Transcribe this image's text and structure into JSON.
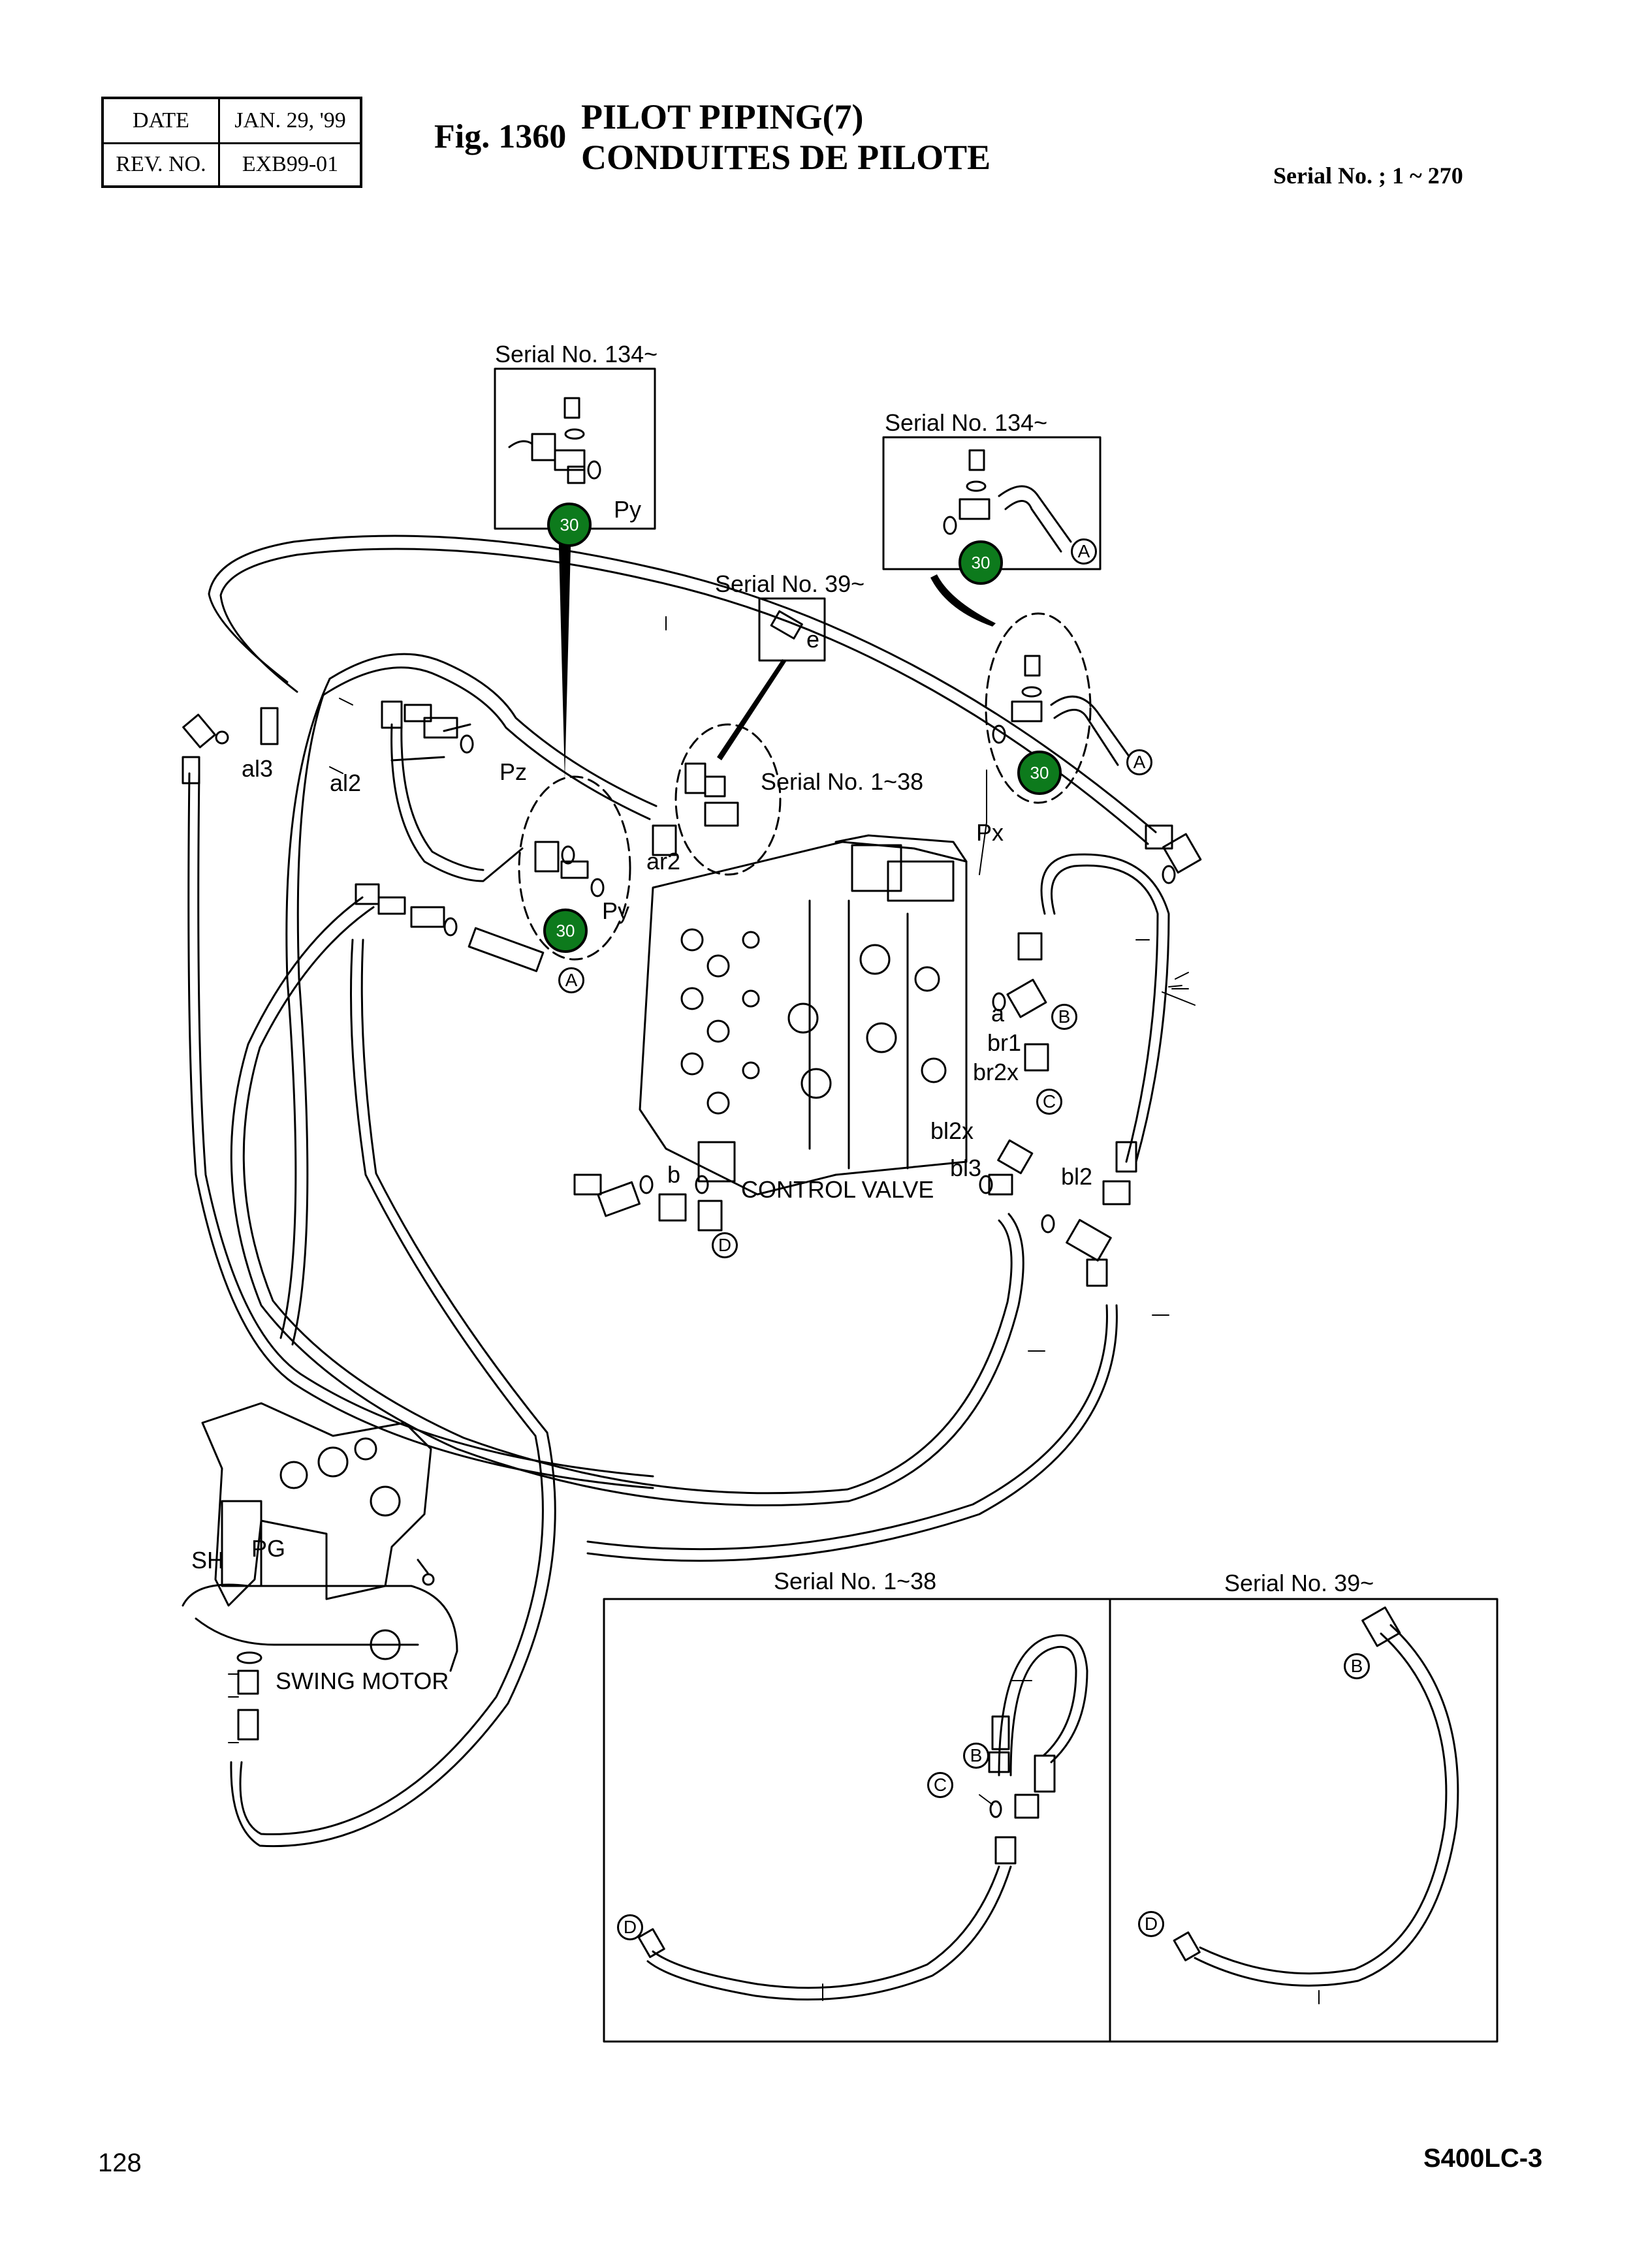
{
  "header": {
    "date_label": "DATE",
    "date_value": "JAN. 29, '99",
    "rev_label": "REV. NO.",
    "rev_value": "EXB99-01"
  },
  "figure": {
    "number": "Fig. 1360",
    "title_en": "PILOT PIPING(7)",
    "title_fr": "CONDUITES DE PILOTE",
    "serial_range": "Serial No. ; 1 ~ 270"
  },
  "callouts": {
    "serial_134_a": "Serial No. 134~",
    "serial_134_b": "Serial No. 134~",
    "serial_39_top": "Serial No. 39~",
    "serial_1_38_mid": "Serial No. 1~38",
    "serial_1_38_box": "Serial No. 1~38",
    "serial_39_box": "Serial No. 39~"
  },
  "part_badges": [
    "30",
    "30",
    "30",
    "30"
  ],
  "port_labels": {
    "py_top": "Py",
    "py_mid": "Py",
    "e": "e",
    "pz": "Pz",
    "px": "Px",
    "al3": "al3",
    "al2": "al2",
    "ar2": "ar2",
    "a": "a",
    "br1": "br1",
    "br2x": "br2x",
    "bl2x": "bl2x",
    "bl3": "bl3",
    "bl2": "bl2",
    "b": "b",
    "sh": "SH",
    "pg": "PG"
  },
  "component_labels": {
    "control_valve": "CONTROL VALVE",
    "swing_motor": "SWING MOTOR"
  },
  "connector_markers": {
    "A": "A",
    "B": "B",
    "C": "C",
    "D": "D"
  },
  "footer": {
    "page_number": "128",
    "model": "S400LC-3"
  }
}
